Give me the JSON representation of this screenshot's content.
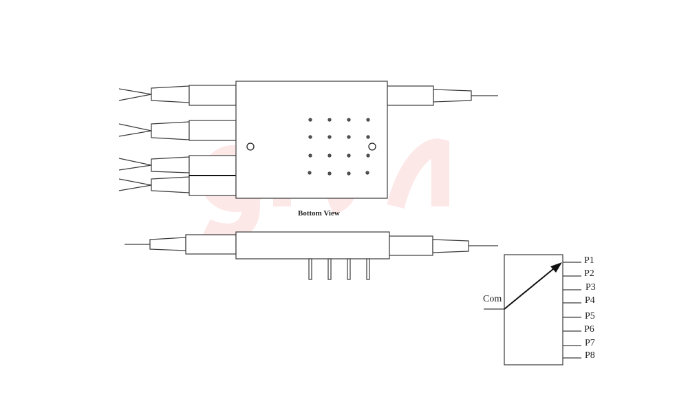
{
  "diagram": {
    "caption": "Bottom View",
    "watermark": "glsun",
    "schematic": {
      "common_label": "Com",
      "ports": [
        "P1",
        "P2",
        "P3",
        "P4",
        "P5",
        "P6",
        "P7",
        "P8"
      ]
    },
    "pin_grid": {
      "rows": 4,
      "cols": 4
    },
    "colors": {
      "line": "#3a3a3a",
      "watermark": "#fde8e8",
      "background": "#ffffff",
      "hole_accent": "#cc00cc"
    }
  }
}
